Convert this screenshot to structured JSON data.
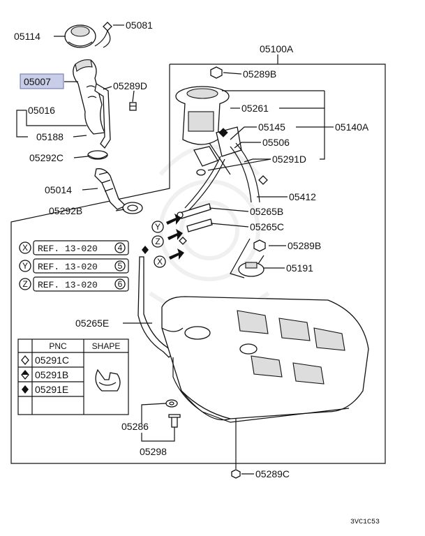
{
  "callouts": {
    "p05114": "05114",
    "p05081": "05081",
    "p05007": "05007",
    "p05289D": "05289D",
    "p05016": "05016",
    "p05188": "05188",
    "p05292C": "05292C",
    "p05014": "05014",
    "p05292B": "05292B",
    "p05100A": "05100A",
    "p05289B_top": "05289B",
    "p05261": "05261",
    "p05145": "05145",
    "p05140A": "05140A",
    "p05506": "05506",
    "p05291D": "05291D",
    "p05412": "05412",
    "p05265B": "05265B",
    "p05265C": "05265C",
    "p05289B_mid": "05289B",
    "p05191": "05191",
    "p05265E": "05265E",
    "p05286": "05286",
    "p05298": "05298",
    "p05289C": "05289C"
  },
  "references": [
    {
      "letter": "X",
      "text": "REF. 13-020",
      "num": "4"
    },
    {
      "letter": "Y",
      "text": "REF. 13-020",
      "num": "5"
    },
    {
      "letter": "Z",
      "text": "REF. 13-020",
      "num": "6"
    }
  ],
  "arrow_markers": [
    "Y",
    "Z",
    "X"
  ],
  "legend": {
    "col_pnc": "PNC",
    "col_shape": "SHAPE",
    "rows": [
      {
        "symbol": "open-diamond-icon",
        "pnc": "05291C"
      },
      {
        "symbol": "half-diamond-icon",
        "pnc": "05291B"
      },
      {
        "symbol": "filled-diamond-icon",
        "pnc": "05291E"
      }
    ]
  },
  "highlight_color": "#c8cde8",
  "drawing_code": "3VC1C53"
}
